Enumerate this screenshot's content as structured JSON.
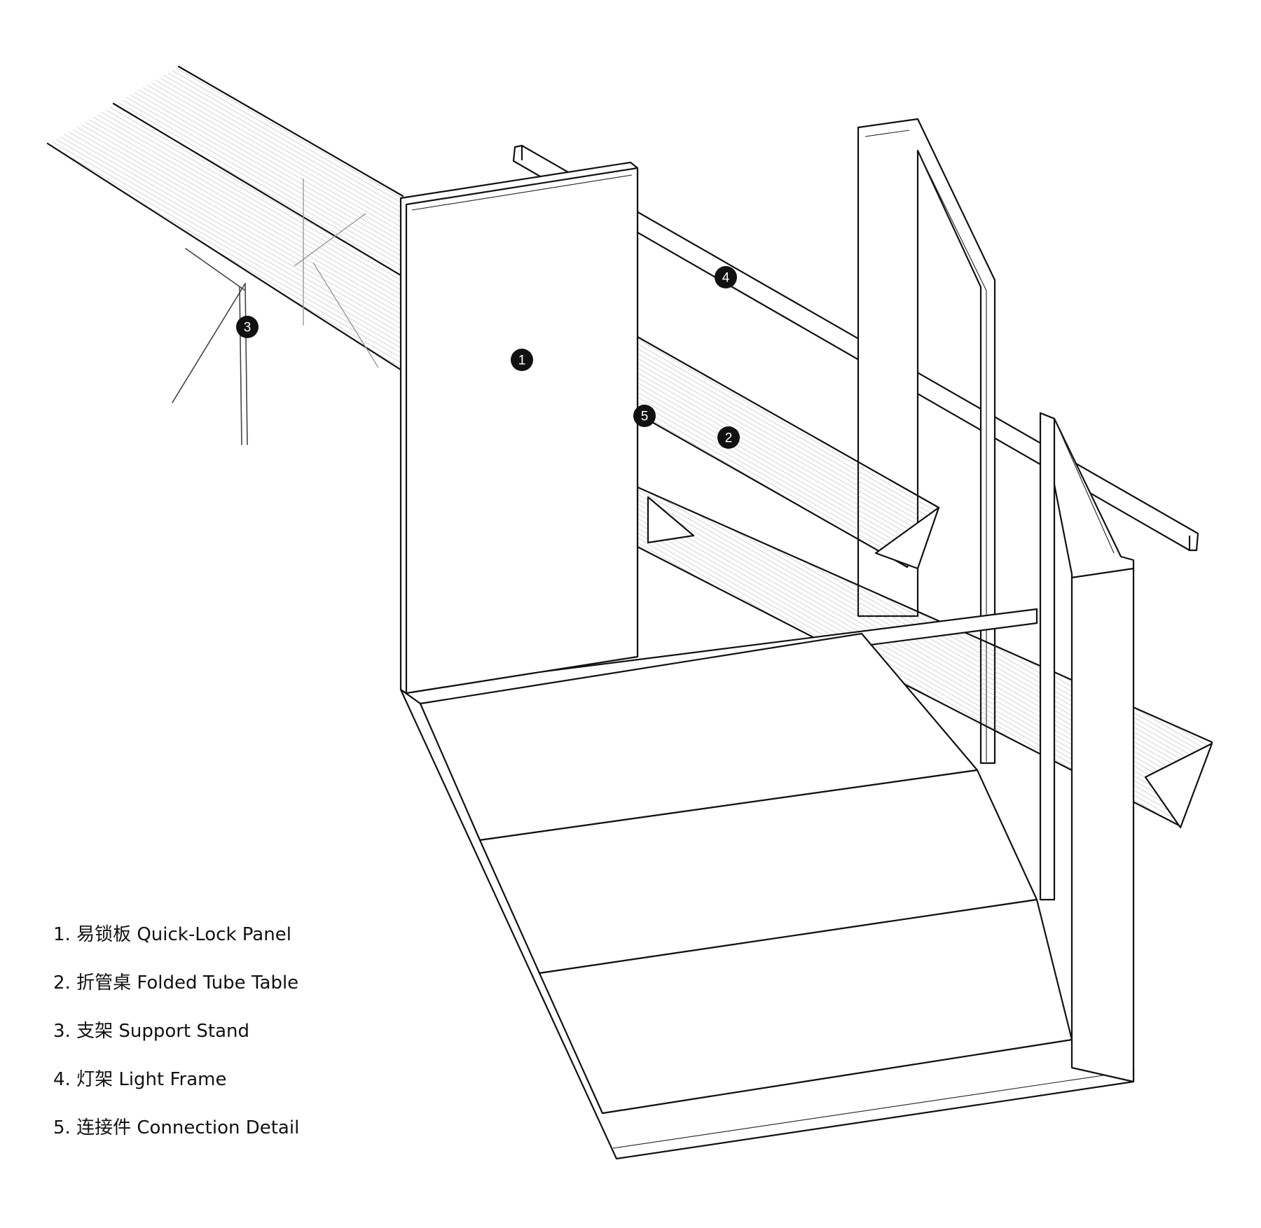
{
  "markers": [
    "1",
    "2",
    "3",
    "4",
    "5"
  ],
  "legend": [
    {
      "num": "1.",
      "text": "易锁板 Quick-Lock Panel"
    },
    {
      "num": "2.",
      "text": "折管桌 Folded Tube Table"
    },
    {
      "num": "3.",
      "text": "支架 Support Stand"
    },
    {
      "num": "4.",
      "text": "灯架 Light Frame"
    },
    {
      "num": "5.",
      "text": "连接件 Connection Detail"
    }
  ]
}
